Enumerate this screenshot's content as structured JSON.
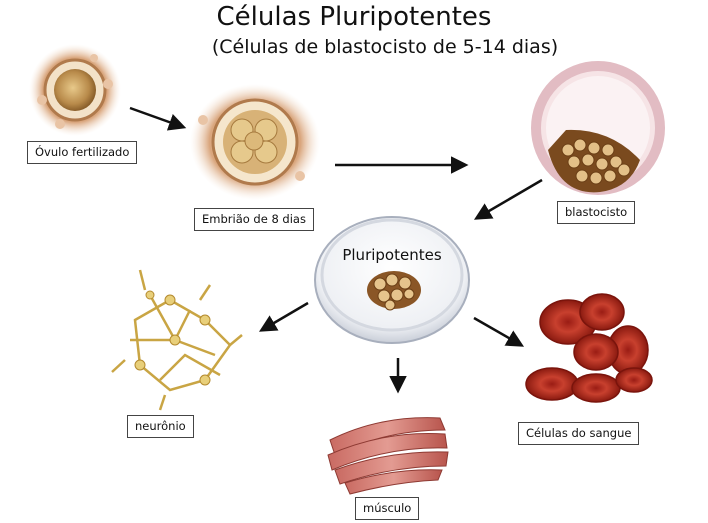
{
  "title": "Células Pluripotentes",
  "subtitle": "(Células de blastocisto de 5-14 dias)",
  "labels": {
    "ovulo": "Óvulo fertilizado",
    "embriao": "Embrião de 8 dias",
    "blastocisto": "blastocisto",
    "pluripotentes": "Pluripotentes",
    "neuronio": "neurônio",
    "musculo": "músculo",
    "sangue": "Células do sangue"
  }
}
